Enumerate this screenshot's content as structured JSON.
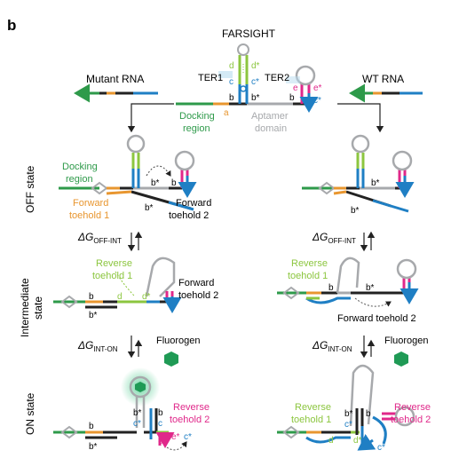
{
  "panel_letter": "b",
  "title": "FARSIGHT",
  "labels": {
    "mutant_rna": "Mutant RNA",
    "wt_rna": "WT RNA",
    "ter1": "TER1",
    "ter2": "TER2",
    "docking_region_top_1": "Docking",
    "docking_region_top_2": "region",
    "aptamer_domain_1": "Aptamer",
    "aptamer_domain_2": "domain",
    "off_state": "OFF state",
    "intermediate_state_1": "Intermediate",
    "intermediate_state_2": "state",
    "on_state": "ON state",
    "docking_region_1": "Docking",
    "docking_region_2": "region",
    "forward_toehold_1_a": "Forward",
    "forward_toehold_1_b": "toehold 1",
    "forward_toehold_2_a": "Forward",
    "forward_toehold_2_b": "toehold 2",
    "reverse_toehold_1_a": "Reverse",
    "reverse_toehold_1_b": "toehold 1",
    "forward_toehold_2_right": "Forward toehold 2",
    "reverse_toehold_2_a": "Reverse",
    "reverse_toehold_2_b": "toehold 2",
    "fluorogen": "Fluorogen",
    "dg_off_int": "ΔG",
    "dg_off_int_sub": "OFF-INT",
    "dg_int_on": "ΔG",
    "dg_int_on_sub": "INT-ON"
  },
  "domains": {
    "a": "a",
    "b": "b",
    "b_star": "b*",
    "c": "c",
    "c_star": "c*",
    "d": "d",
    "d_star": "d*",
    "e": "e",
    "e_star": "e*"
  },
  "colors": {
    "green": "#2e9a4a",
    "orange": "#e8962f",
    "lime": "#8cc63f",
    "blue": "#1f7fc4",
    "magenta": "#e0288a",
    "gray": "#a7a9ac",
    "black": "#222222",
    "fluor_glow": "#6fd4a3",
    "fluor_dark": "#1f9a55"
  }
}
